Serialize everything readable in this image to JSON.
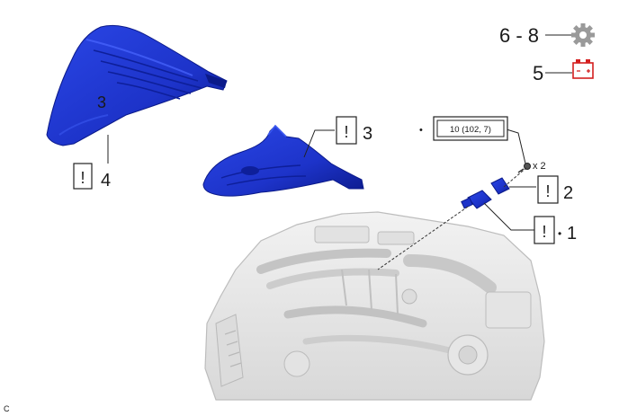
{
  "callouts": {
    "rng_6_8": "6 - 8",
    "num_5": "5",
    "num_3": "3",
    "num_4": "4",
    "num_2": "2",
    "num_1": "1",
    "part3_mark": "3",
    "x2": "x 2",
    "bullet": "•",
    "caution": "!"
  },
  "torque": {
    "label": "10 (102, 7)"
  },
  "footer": {
    "code": "C"
  },
  "colors": {
    "part_blue": "#1d33c9",
    "part_blue_dark": "#0b1a8a",
    "battery_red": "#d41f1f",
    "gear_gray": "#9a9a9a"
  },
  "icons": {
    "gear": "gear-icon",
    "battery": "battery-icon",
    "caution": "caution-icon"
  }
}
